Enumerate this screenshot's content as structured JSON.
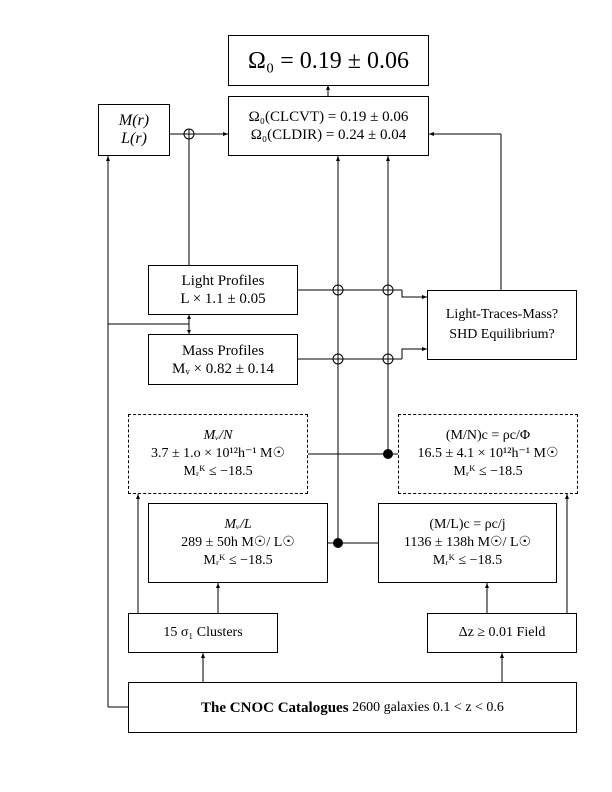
{
  "result": {
    "text": "Ω₀ = 0.19 ± 0.06"
  },
  "omega_box": {
    "line1": "Ω₀(CLCVT) = 0.19 ± 0.06",
    "line2": "Ω₀(CLDIR) = 0.24 ± 0.04"
  },
  "mr_box": {
    "line1": "M(r)",
    "line2": "L(r)"
  },
  "light_profiles": {
    "title": "Light Profiles",
    "value": "L × 1.1 ± 0.05"
  },
  "mass_profiles": {
    "title": "Mass Profiles",
    "value": "Mᵥ × 0.82 ± 0.14"
  },
  "ltm_box": {
    "line1": "Light-Traces-Mass?",
    "line2": "SHD Equilibrium?"
  },
  "mvn_box": {
    "title": "Mᵥ/N",
    "value": "3.7 ± 1.o × 10¹²h⁻¹ M☉",
    "cut": "Mᵣᴷ ≤ −18.5"
  },
  "mnc_box": {
    "title": "(M/N)c = ρc/Φ",
    "value": "16.5 ± 4.1 × 10¹²h⁻¹ M☉",
    "cut": "Mᵣᴷ ≤ −18.5"
  },
  "mvl_box": {
    "title": "Mᵥ/L",
    "value": "289 ± 50h M☉/ L☉",
    "cut": "Mᵣᴷ ≤ −18.5"
  },
  "mlc_box": {
    "title": "(M/L)c = ρc/j",
    "value": "1136 ± 138h M☉/ L☉",
    "cut": "Mᵣᴷ ≤ −18.5"
  },
  "clusters_box": {
    "text": "15 σ₁ Clusters"
  },
  "field_box": {
    "text": "Δz ≥ 0.01 Field"
  },
  "cnoc_box": {
    "bold": "The CNOC Catalogues",
    "rest": " 2600 galaxies 0.1 < z < 0.6"
  }
}
